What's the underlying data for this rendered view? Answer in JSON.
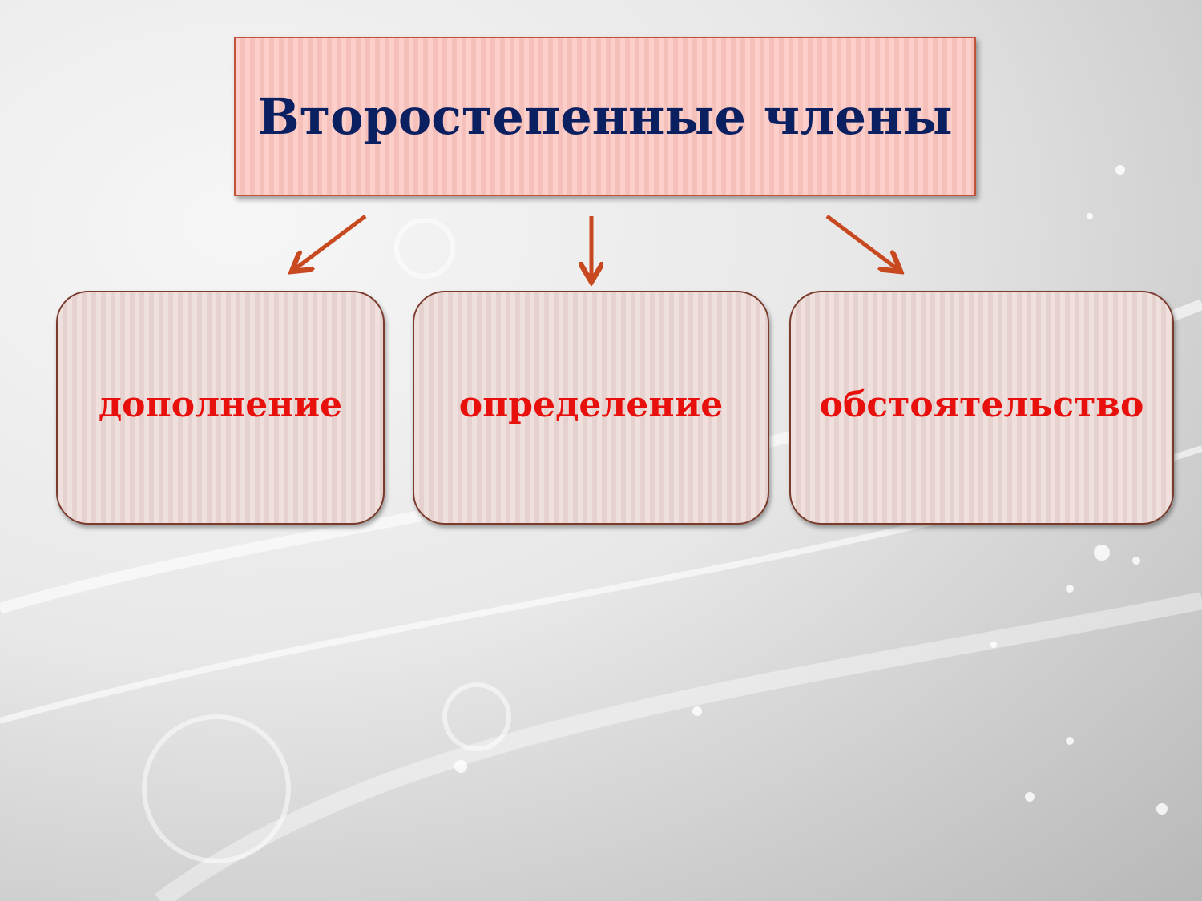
{
  "title": "Второстепенные члены",
  "items": [
    {
      "label": "дополнение"
    },
    {
      "label": "определение"
    },
    {
      "label": "обстоятельство"
    }
  ],
  "colors": {
    "title_text": "#0b2060",
    "item_text": "#e8100c",
    "arrow": "#c8481f",
    "title_fill": "#fdc5c0",
    "item_fill": "#ecd9d6"
  }
}
